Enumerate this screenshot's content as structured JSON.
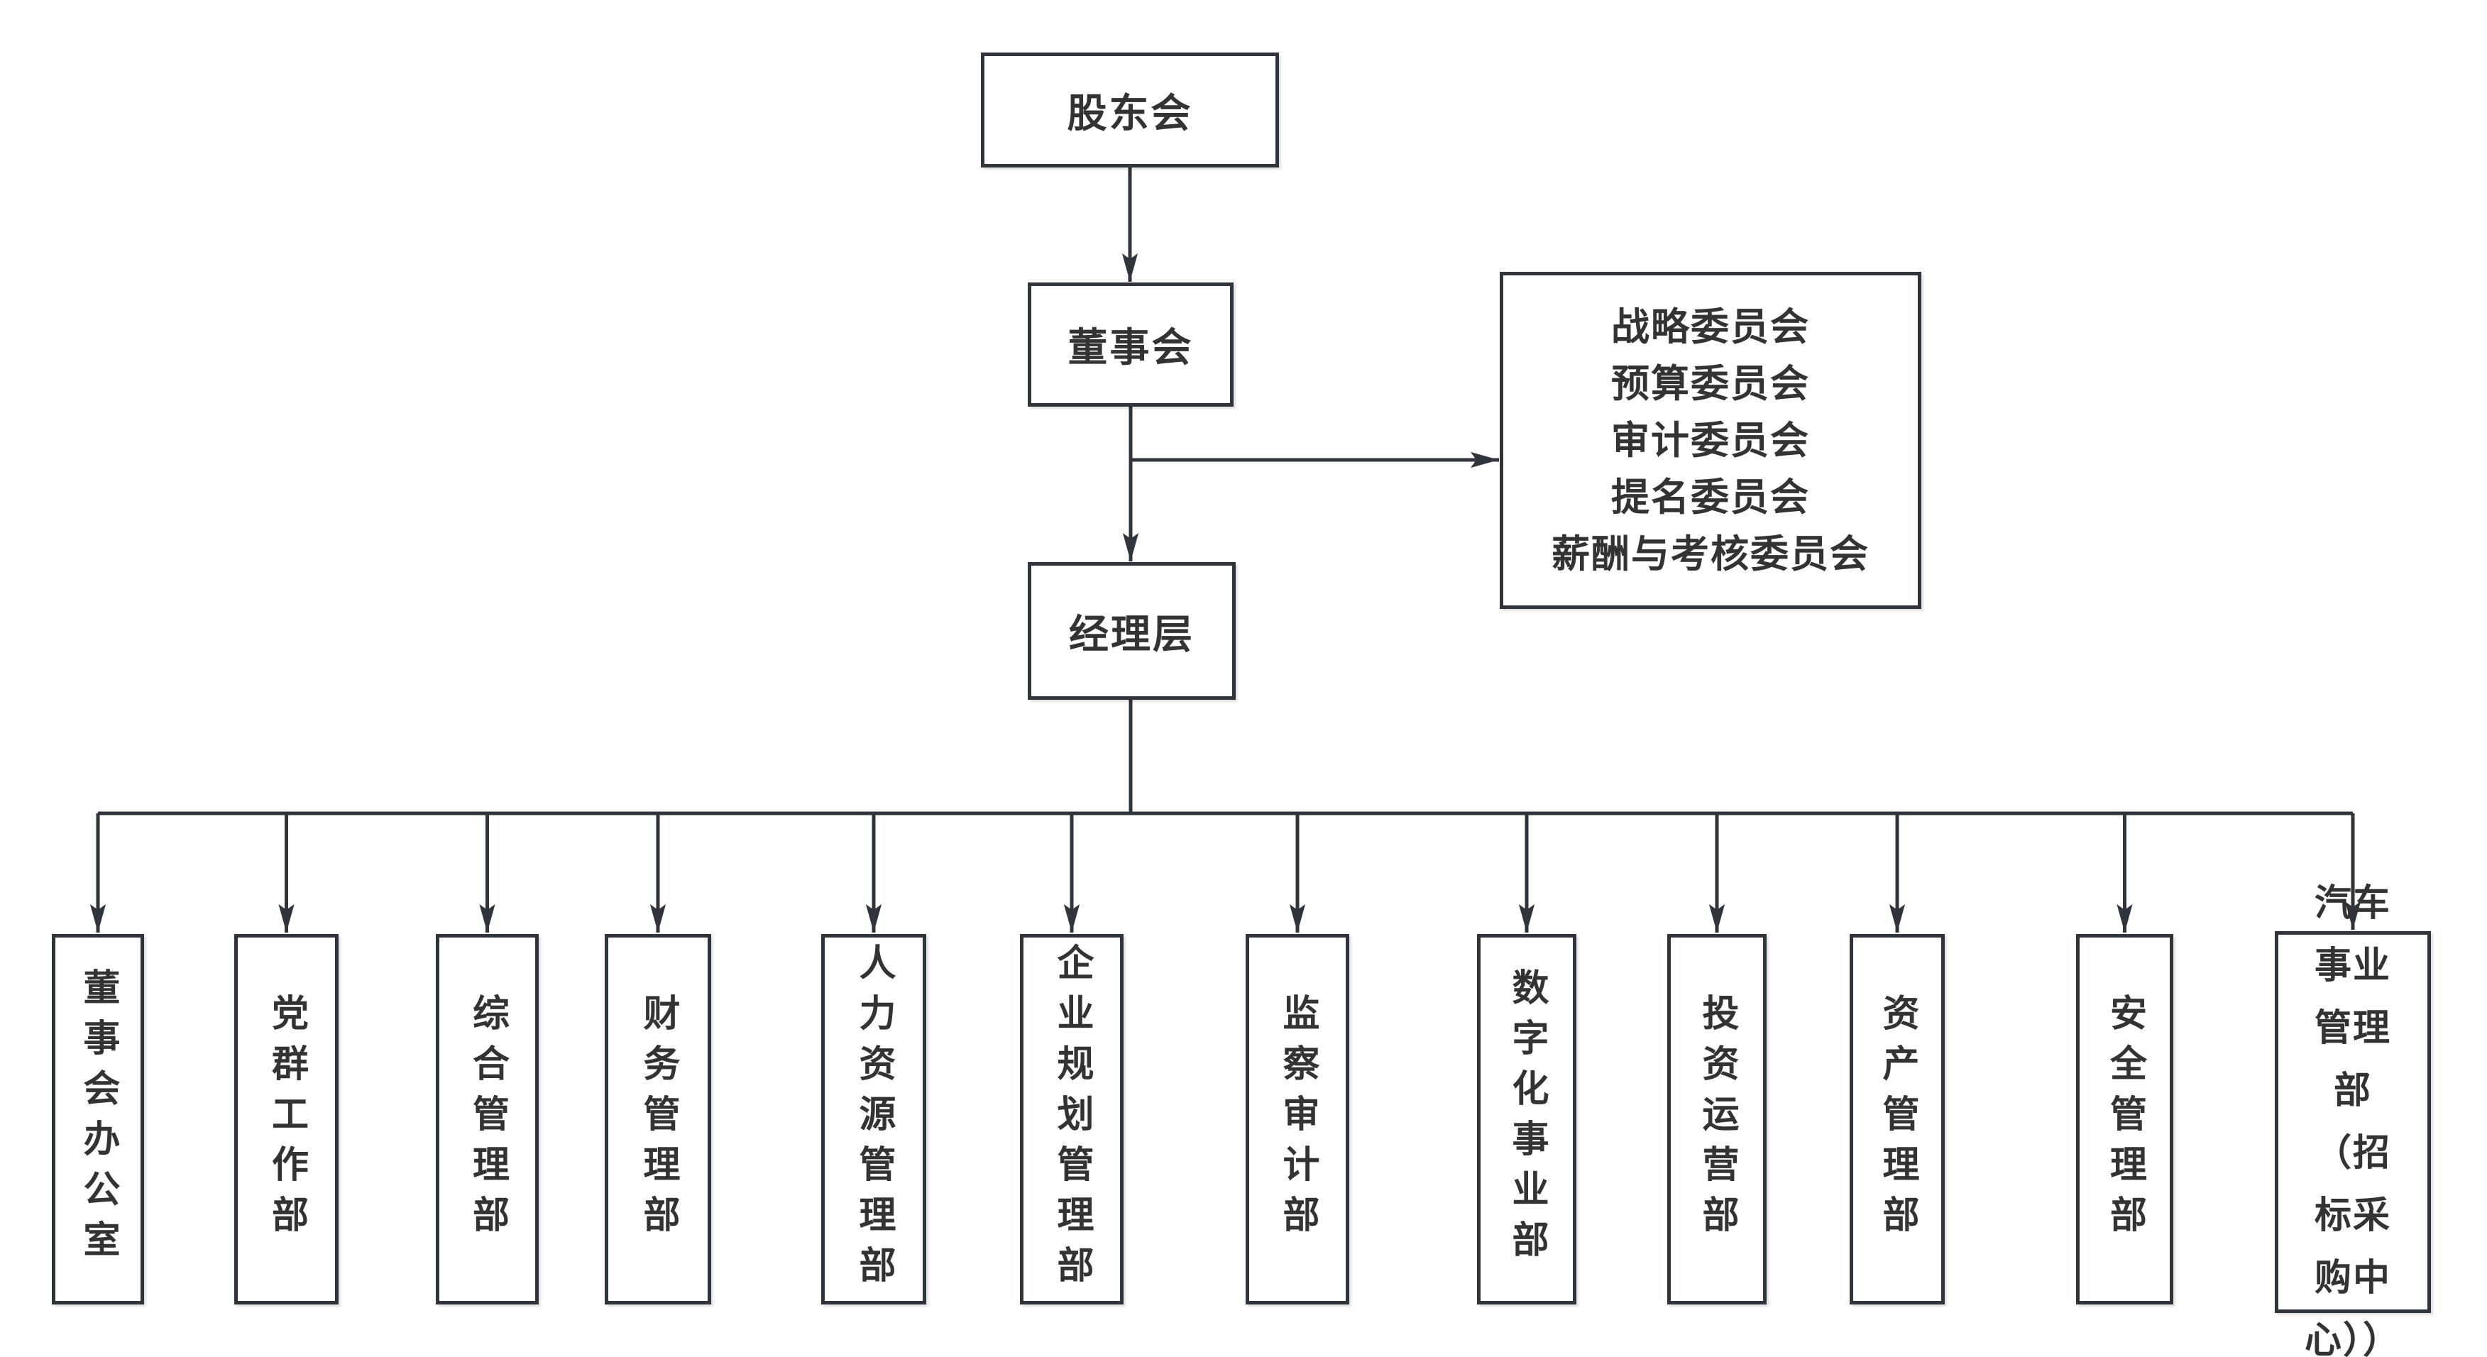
{
  "colors": {
    "line": "#2f353b",
    "text": "#333333",
    "background": "#ffffff"
  },
  "chart": {
    "type": "org-chart",
    "top_nodes": {
      "shareholders": "股东会",
      "board": "董事会",
      "managers": "经理层"
    },
    "committees": [
      "战略委员会",
      "预算委员会",
      "审计委员会",
      "提名委员会",
      "薪酬与考核委员会"
    ],
    "departments": [
      "董事会办公室",
      "党群工作部",
      "综合管理部",
      "财务管理部",
      "人力资源管理部",
      "企业规划管理部",
      "监察审计部",
      "数字化事业部",
      "投资运营部",
      "资产管理部",
      "安全管理部",
      "汽车事业管理部（招标采购中心））"
    ]
  }
}
